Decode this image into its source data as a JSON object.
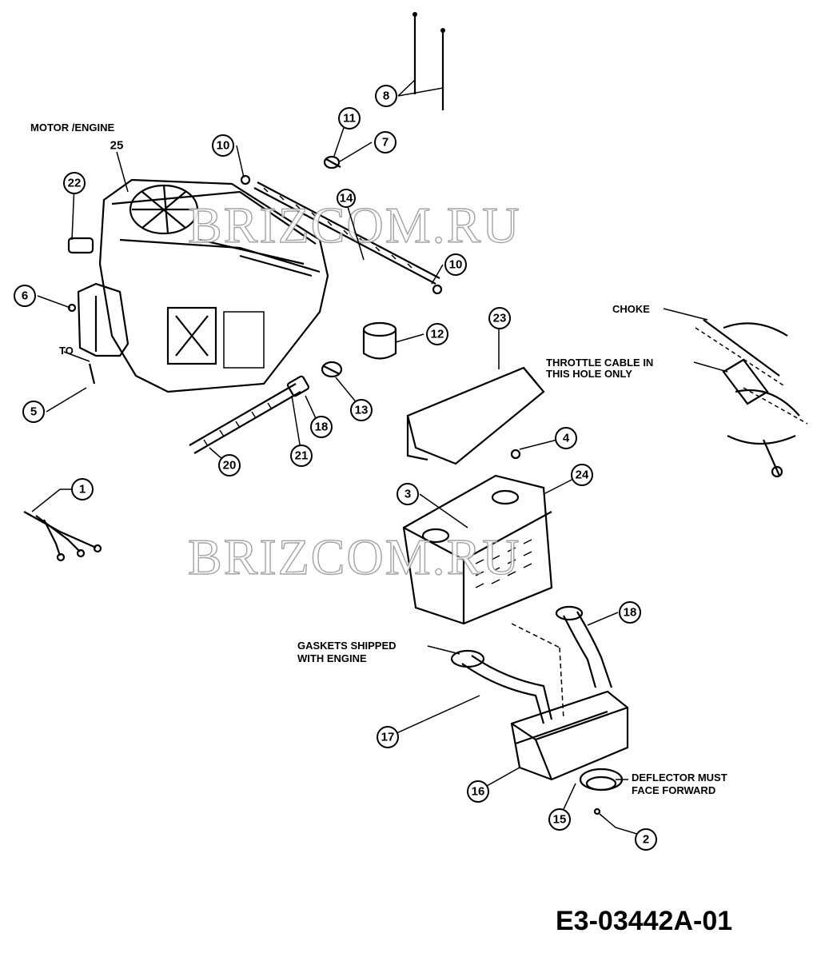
{
  "watermark": "BRIZCOM.RU",
  "labels": {
    "motor_engine": "MOTOR /ENGINE",
    "to": "TO",
    "choke": "CHOKE",
    "throttle_line1": "THROTTLE CABLE  IN",
    "throttle_line2": "THIS HOLE ONLY",
    "gaskets_line1": "GASKETS SHIPPED",
    "gaskets_line2": "WITH ENGINE",
    "deflector_line1": "DEFLECTOR MUST",
    "deflector_line2": "FACE FORWARD",
    "drawing_number": "E3-03442A-01"
  },
  "callouts": [
    "1",
    "2",
    "3",
    "4",
    "5",
    "6",
    "7",
    "8",
    "10",
    "10",
    "11",
    "12",
    "13",
    "14",
    "15",
    "16",
    "17",
    "18",
    "18",
    "20",
    "21",
    "22",
    "23",
    "24",
    "25"
  ],
  "colors": {
    "ink": "#000000",
    "paper": "#ffffff",
    "watermark_outline": "#9a9a9a"
  }
}
